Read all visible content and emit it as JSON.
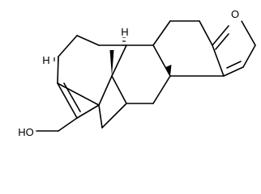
{
  "molecule": {
    "atom_labels": {
      "oxygen_furan": "O",
      "hydroxyl": "HO",
      "hydrogen_top": "H",
      "hydrogen_left": "H"
    },
    "colors": {
      "bond": "#000000",
      "background": "#ffffff"
    }
  }
}
